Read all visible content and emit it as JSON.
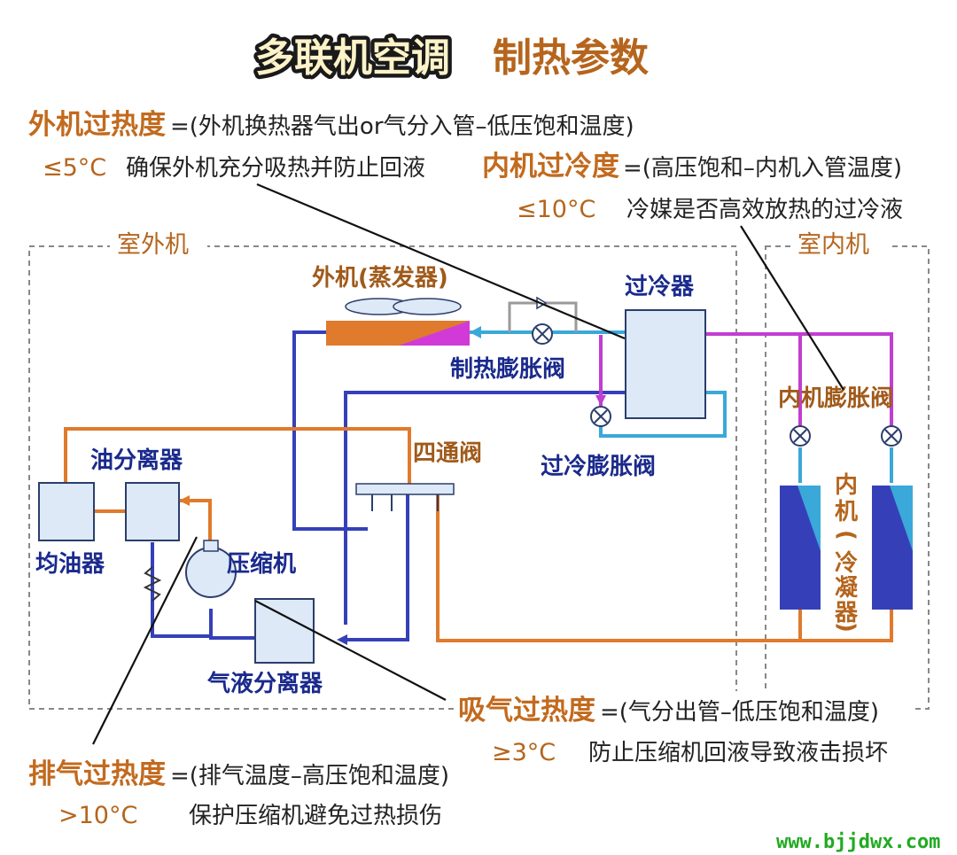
{
  "title": {
    "main": "多联机空调",
    "sub": "制热参数"
  },
  "params": {
    "outdoor_superheat": {
      "name": "外机过热度",
      "formula": "=(外机换热器气出or气分入管–低压饱和温度)",
      "value": "≤5°C",
      "note": "确保外机充分吸热并防止回液"
    },
    "indoor_subcool": {
      "name": "内机过冷度",
      "formula": "=(高压饱和–内机入管温度)",
      "value": "≤10°C",
      "note": "冷媒是否高效放热的过冷液"
    },
    "suction_superheat": {
      "name": "吸气过热度",
      "formula": "=(气分出管–低压饱和温度)",
      "value": "≥3°C",
      "note": "防止压缩机回液导致液击损坏"
    },
    "discharge_superheat": {
      "name": "排气过热度",
      "formula": "=(排气温度–高压饱和温度)",
      "value": ">10°C",
      "note": "保护压缩机避免过热损伤"
    }
  },
  "zones": {
    "outdoor": "室外机",
    "indoor": "室内机"
  },
  "components": {
    "evaporator": "外机(蒸发器)",
    "heating_exv": "制热膨胀阀",
    "subcooler": "过冷器",
    "subcool_exv": "过冷膨胀阀",
    "four_way_valve": "四通阀",
    "oil_separator": "油分离器",
    "oil_equalizer": "均油器",
    "compressor": "压缩机",
    "gas_liquid_separator": "气液分离器",
    "indoor_exv": "内机膨胀阀",
    "indoor_unit_chars": [
      "内",
      "机",
      "(",
      "冷",
      "凝",
      "器",
      ")"
    ]
  },
  "colors": {
    "low_pressure_gas": "#3540b8",
    "high_pressure_gas": "#e07a2c",
    "liquid": "#c03ed0",
    "subcool_line": "#3aa8d8"
  },
  "watermark": "www.bjjdwx.com"
}
